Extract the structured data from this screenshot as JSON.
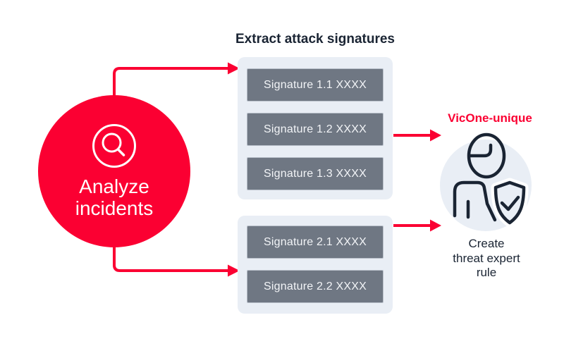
{
  "palette": {
    "brand_red": "#fb0032",
    "ink": "#1a2433",
    "box_gray": "#6f7783",
    "panel_light": "#e9eef5"
  },
  "analyze_node": {
    "label": "Analyze\nincidents",
    "icon": "magnifier-icon"
  },
  "signatures": {
    "title": "Extract attack signatures",
    "group1": {
      "items": [
        "Signature 1.1 XXXX",
        "Signature 1.2 XXXX",
        "Signature 1.3 XXXX"
      ]
    },
    "group2": {
      "items": [
        "Signature 2.1 XXXX",
        "Signature 2.2 XXXX"
      ]
    }
  },
  "expert": {
    "badge": "VicOne-unique",
    "caption": "Create\nthreat expert\nrule",
    "icon": "person-shield-check-icon"
  }
}
